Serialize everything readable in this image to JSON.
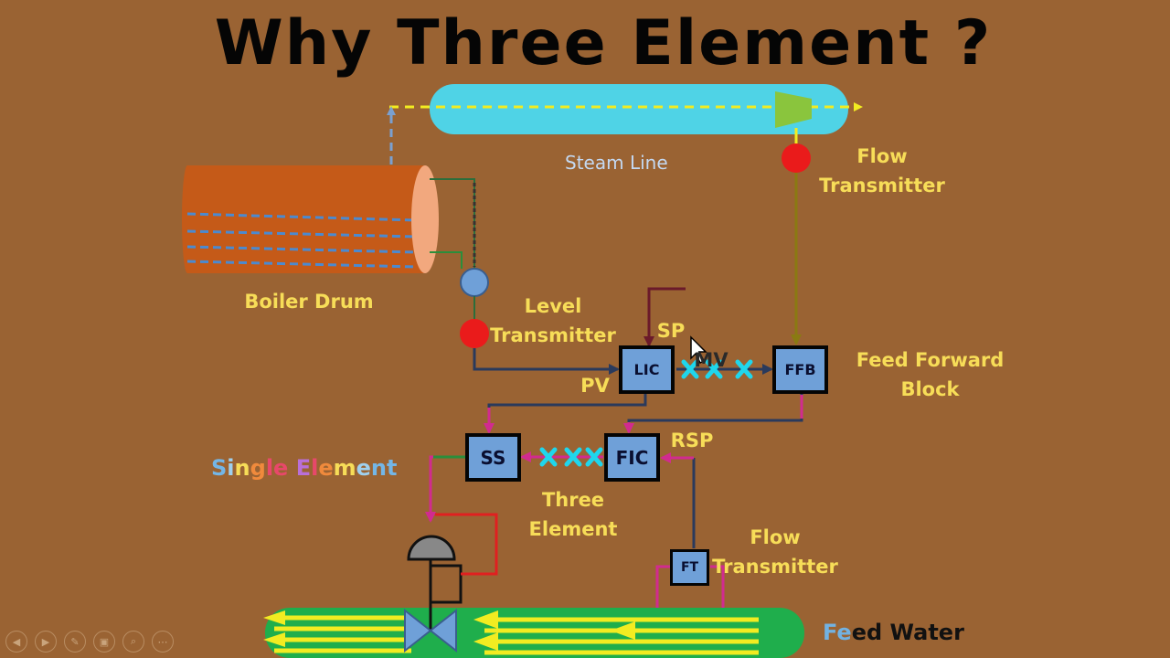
{
  "title": "Why Three Element ?",
  "labels": {
    "steam_line": "Steam Line",
    "flow_transmitter_top": [
      "Flow",
      "Transmitter"
    ],
    "boiler_drum": "Boiler Drum",
    "level_transmitter": [
      "Level",
      "Transmitter"
    ],
    "sp": "SP",
    "mv": "MV",
    "pv": "PV",
    "feed_forward_block": [
      "Feed Forward",
      "Block"
    ],
    "rsp": "RSP",
    "three_element": [
      "Three",
      "Element"
    ],
    "flow_transmitter_bottom": [
      "Flow",
      "Transmitter"
    ],
    "single_element": "Single Element",
    "feed_water_prefix": "Fe",
    "feed_water_rest": "ed Water"
  },
  "blocks": {
    "lic": "LIC",
    "ffb": "FFB",
    "ss": "SS",
    "fic": "FIC",
    "ft": "FT"
  },
  "single_element_colors": [
    "#74b6e6",
    "#9fd0ee",
    "#f7dd58",
    "#f08a3c",
    "#e8486a",
    "#e8486a",
    "#b96fd8",
    "#e8486a",
    "#f08a3c",
    "#f7dd58",
    "#9fd0ee",
    "#74b6e6",
    "#74b6e6",
    "#9fd0ee"
  ],
  "toolbar_icons": [
    "prev-icon",
    "next-icon",
    "pen-icon",
    "slides-icon",
    "zoom-icon",
    "more-icon"
  ],
  "toolbar_glyphs": [
    "◀",
    "▶",
    "✎",
    "▣",
    "⌕",
    "⋯"
  ],
  "colors": {
    "background": "#9a6333",
    "steam_pipe": "#4fd3e6",
    "feed_pipe": "#1fae4c",
    "drum": "#c55a18",
    "block": "#6fa0d8",
    "text_yellow": "#f7dd58",
    "signal_magenta": "#d12b8f",
    "signal_navy": "#2a3a5c",
    "transmitter_red": "#ea1b1b"
  }
}
